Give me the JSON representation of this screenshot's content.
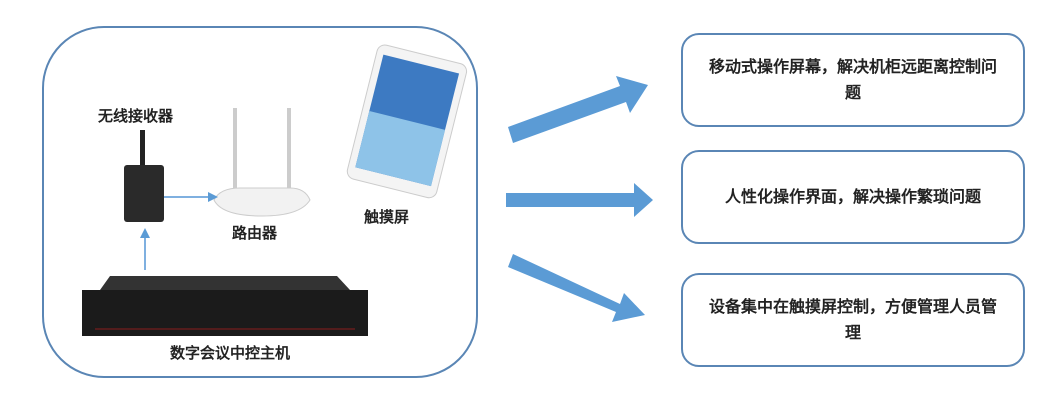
{
  "left_panel": {
    "receiver_label": "无线接收器",
    "router_label": "路由器",
    "touchscreen_label": "触摸屏",
    "host_label": "数字会议中控主机"
  },
  "benefits": [
    {
      "text": "移动式操作屏幕，解决机柜远距离控制问题"
    },
    {
      "text": "人性化操作界面，解决操作繁琐问题"
    },
    {
      "text": "设备集中在触摸屏控制，方便管理人员管理"
    }
  ],
  "colors": {
    "arrow": "#5b9bd5",
    "border": "#5a86b5",
    "connector": "#7fb0e0"
  }
}
